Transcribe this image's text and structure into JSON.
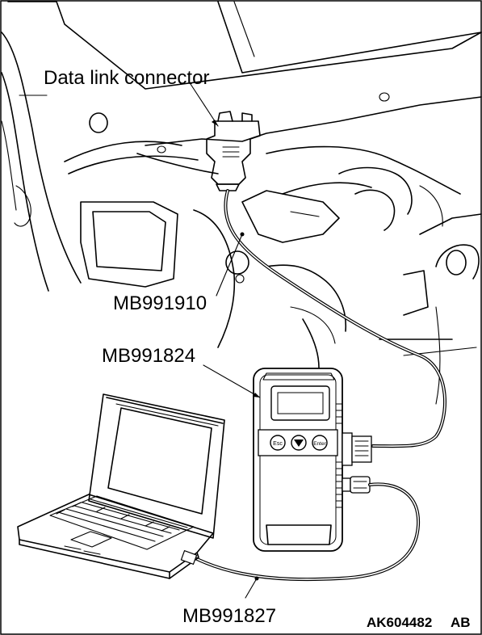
{
  "labels": {
    "connector": "Data link connector",
    "cable_main": "MB991910",
    "interface": "MB991824",
    "cable_usb": "MB991827",
    "figure_id": "AK604482",
    "figure_rev": "AB"
  },
  "buttons": {
    "esc": "Esc",
    "enter": "Enter"
  }
}
